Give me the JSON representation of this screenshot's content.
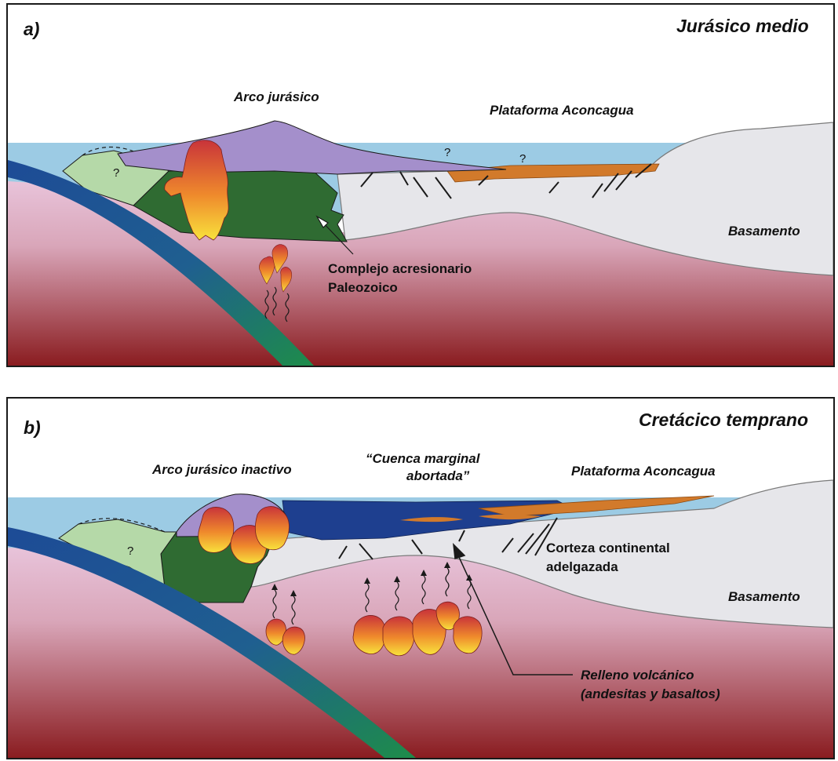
{
  "panel_a": {
    "letter": "a)",
    "period": "Jurásico medio",
    "arc": "Arco jurásico",
    "platform": "Plataforma Aconcagua",
    "basement": "Basamento",
    "accretionary_line1": "Complejo acresionario",
    "accretionary_line2": "Paleozoico",
    "question_marks": [
      "?",
      "?",
      "?"
    ]
  },
  "panel_b": {
    "letter": "b)",
    "period": "Cretácico temprano",
    "arc": "Arco jurásico inactivo",
    "basin_line1": "“Cuenca marginal",
    "basin_line2": "abortada”",
    "platform": "Plataforma Aconcagua",
    "crust_line1": "Corteza continental",
    "crust_line2": "adelgazada",
    "basement": "Basamento",
    "fill_line1": "Relleno volcánico",
    "fill_line2": "(andesitas y basaltos)",
    "question_marks": [
      "?"
    ]
  },
  "colors": {
    "sea": "#9ccbe4",
    "mantle_top": "#e7c0d9",
    "mantle_bottom": "#8a1c20",
    "slab": "#1d4b96",
    "slab_green": "#1e8c4a",
    "accretionary_dark": "#2f6b32",
    "accretionary_light": "#b5d9a8",
    "arc_volcanic": "#a48fcb",
    "platform_orange": "#d27a2b",
    "basin_blue": "#1e3f8f",
    "basement_gray": "#e6e6ea",
    "magma_top": "#c9343a",
    "magma_bottom": "#f8e23c"
  },
  "icons": [
    "question-mark",
    "arrow",
    "wavy-arrow",
    "fault-line",
    "magma-blob"
  ]
}
